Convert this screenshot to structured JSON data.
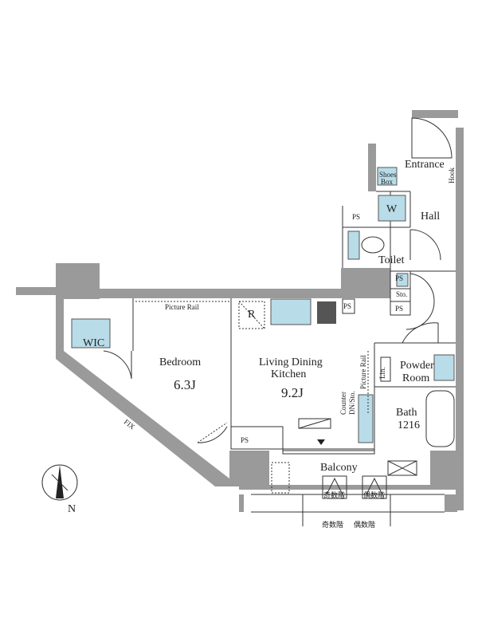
{
  "rooms": {
    "entrance": "Entrance",
    "hook": "Hook",
    "shoes_box_line1": "Shoes",
    "shoes_box_line2": "Box",
    "w": "W",
    "hall": "Hall",
    "ps_upper": "PS",
    "toilet": "Toilet",
    "ps_mid": "PS",
    "sto": "Sto.",
    "ps_low": "PS",
    "ps_kitchen": "PS",
    "picture_rail_bedroom": "Picture Rail",
    "r": "R",
    "wic": "WIC",
    "bedroom": "Bedroom",
    "bedroom_size": "6.3J",
    "ldk_line1": "Living Dining",
    "ldk_line2": "Kitchen",
    "ldk_size": "9.2J",
    "counter_line1": "Counter",
    "counter_line2": "DN/Sto.",
    "picture_rail_ldk": "Picture Rail",
    "lin": "Lin.",
    "powder_line1": "Powder",
    "powder_line2": "Room",
    "bath_line1": "Bath",
    "bath_line2": "1216",
    "ps_bottom": "PS",
    "fix": "FIX",
    "balcony": "Balcony",
    "odd_floor": "奇数階",
    "even_floor": "偶数階",
    "odd_floor_legend": "奇数階",
    "even_floor_legend": "偶数階"
  },
  "compass": {
    "north": "N"
  },
  "colors": {
    "wall": "#9a9a9a",
    "fixture": "#b8dce8"
  }
}
